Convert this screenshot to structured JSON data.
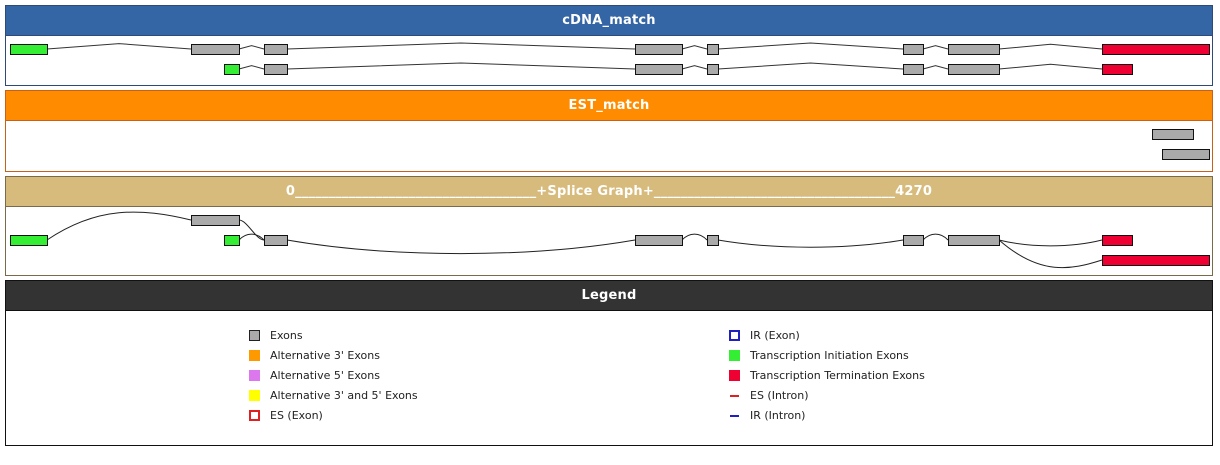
{
  "panels": {
    "cdna": {
      "title": "cDNA_match",
      "color": "#3465a4"
    },
    "est": {
      "title": "EST_match",
      "color": "#ff8c00"
    },
    "splice": {
      "title": "0____________________________________+Splice Graph+____________________________________4270",
      "color": "#d7bb7d",
      "start": 0,
      "end": 4270
    },
    "legend": {
      "title": "Legend",
      "color": "#333333"
    }
  },
  "colors": {
    "exon": "#aaaaaa",
    "initiation": "#33ee33",
    "termination": "#ee0033",
    "alt3": "#ff9900",
    "alt5": "#dd77ee",
    "alt35": "#ffff00",
    "es": "#e02020",
    "ir": "#2020c0"
  },
  "cdna_tracks": [
    {
      "exons": [
        {
          "type": "initiation",
          "s": 10,
          "e": 47
        },
        {
          "type": "exon",
          "s": 191,
          "e": 239
        },
        {
          "type": "exon",
          "s": 264,
          "e": 287
        },
        {
          "type": "exon",
          "s": 635,
          "e": 682
        },
        {
          "type": "exon",
          "s": 707,
          "e": 718
        },
        {
          "type": "exon",
          "s": 903,
          "e": 923
        },
        {
          "type": "exon",
          "s": 948,
          "e": 999
        },
        {
          "type": "termination",
          "s": 1102,
          "e": 1209
        }
      ]
    },
    {
      "exons": [
        {
          "type": "initiation",
          "s": 224,
          "e": 239
        },
        {
          "type": "exon",
          "s": 264,
          "e": 287
        },
        {
          "type": "exon",
          "s": 635,
          "e": 682
        },
        {
          "type": "exon",
          "s": 707,
          "e": 718
        },
        {
          "type": "exon",
          "s": 903,
          "e": 923
        },
        {
          "type": "exon",
          "s": 948,
          "e": 999
        },
        {
          "type": "termination",
          "s": 1102,
          "e": 1132
        }
      ]
    }
  ],
  "est_tracks": [
    {
      "exons": [
        {
          "type": "exon",
          "s": 1152,
          "e": 1193
        }
      ]
    },
    {
      "exons": [
        {
          "type": "exon",
          "s": 1162,
          "e": 1209
        }
      ]
    }
  ],
  "splice_graph": {
    "nodes": [
      {
        "id": "i1",
        "type": "initiation",
        "s": 10,
        "e": 47,
        "row": 1
      },
      {
        "id": "a",
        "type": "exon",
        "s": 191,
        "e": 239,
        "row": 0
      },
      {
        "id": "i2",
        "type": "initiation",
        "s": 224,
        "e": 239,
        "row": 1
      },
      {
        "id": "b",
        "type": "exon",
        "s": 264,
        "e": 287,
        "row": 1
      },
      {
        "id": "c",
        "type": "exon",
        "s": 635,
        "e": 682,
        "row": 1
      },
      {
        "id": "d",
        "type": "exon",
        "s": 707,
        "e": 718,
        "row": 1
      },
      {
        "id": "e",
        "type": "exon",
        "s": 903,
        "e": 923,
        "row": 1
      },
      {
        "id": "f",
        "type": "exon",
        "s": 948,
        "e": 999,
        "row": 1
      },
      {
        "id": "t1",
        "type": "termination",
        "s": 1102,
        "e": 1132,
        "row": 1
      },
      {
        "id": "t2",
        "type": "termination",
        "s": 1102,
        "e": 1209,
        "row": 2
      }
    ],
    "edges": [
      [
        "i1",
        "a"
      ],
      [
        "a",
        "b"
      ],
      [
        "i2",
        "b"
      ],
      [
        "b",
        "c"
      ],
      [
        "c",
        "d"
      ],
      [
        "d",
        "e"
      ],
      [
        "e",
        "f"
      ],
      [
        "f",
        "t1"
      ],
      [
        "f",
        "t2"
      ]
    ]
  },
  "legend": {
    "left": [
      {
        "label": "Exons",
        "swatch": "exon"
      },
      {
        "label": "Alternative 3' Exons",
        "swatch": "alt3"
      },
      {
        "label": "Alternative 5' Exons",
        "swatch": "alt5"
      },
      {
        "label": "Alternative 3' and 5' Exons",
        "swatch": "alt35"
      },
      {
        "label": "ES (Exon)",
        "swatch": "es-exon"
      }
    ],
    "right": [
      {
        "label": "IR (Exon)",
        "swatch": "ir-exon"
      },
      {
        "label": "Transcription Initiation Exons",
        "swatch": "initiation"
      },
      {
        "label": "Transcription Termination Exons",
        "swatch": "termination"
      },
      {
        "label": "ES (Intron)",
        "swatch": "es-intron"
      },
      {
        "label": "IR (Intron)",
        "swatch": "ir-intron"
      }
    ]
  }
}
